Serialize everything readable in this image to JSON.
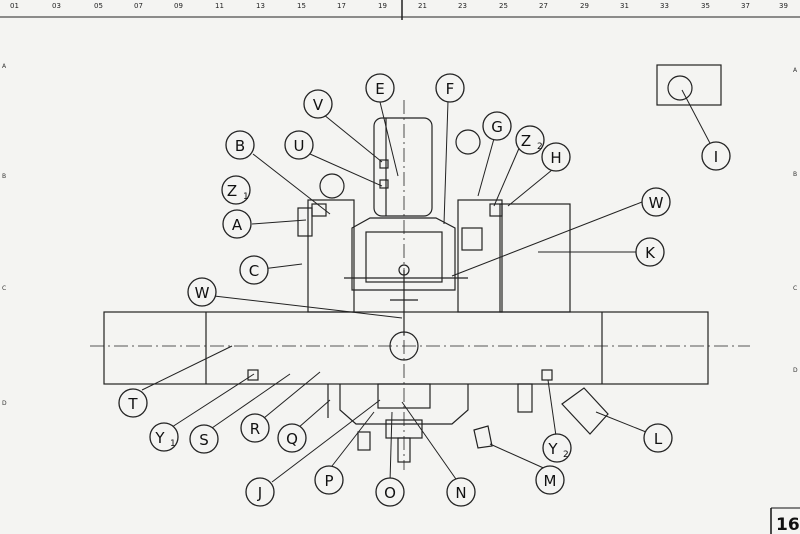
{
  "ruler": {
    "ticks": [
      "01",
      "03",
      "05",
      "07",
      "09",
      "11",
      "13",
      "15",
      "17",
      "19",
      "21",
      "23",
      "25",
      "27",
      "29",
      "31",
      "33",
      "35",
      "37",
      "39"
    ]
  },
  "row_marks": [
    "A",
    "A",
    "B",
    "B",
    "C",
    "C",
    "D",
    "D"
  ],
  "labels": [
    "V",
    "E",
    "F",
    "B",
    "U",
    "G",
    "Z",
    "H",
    "Z",
    "I",
    "A",
    "W",
    "C",
    "K",
    "W",
    "T",
    "Y",
    "S",
    "R",
    "Q",
    "P",
    "O",
    "N",
    "M",
    "Y",
    "L",
    "J"
  ],
  "subs": [
    "1",
    "2",
    "1",
    "2"
  ],
  "page_number": "16"
}
